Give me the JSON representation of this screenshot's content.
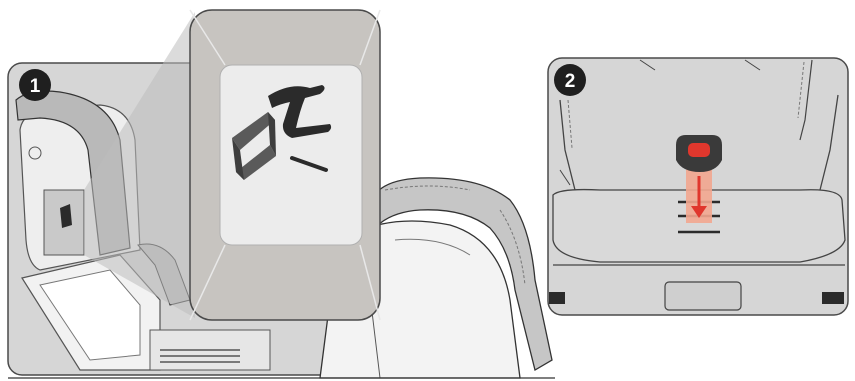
{
  "steps": [
    {
      "number": "1"
    },
    {
      "number": "2"
    }
  ],
  "colors": {
    "panel_bg": "#d6d6d6",
    "panel_stroke": "#4a4a4a",
    "seat_gray": "#b9b9b9",
    "seat_light": "#e2e2e2",
    "zoom_bg": "#c7c4c0",
    "accent_red": "#e0372d",
    "arrow_fill": "#f2a68f",
    "dark": "#2b2b2b"
  },
  "icons": {
    "step_badge": "numbered-circle",
    "direction_arrow": "arrow-down"
  }
}
